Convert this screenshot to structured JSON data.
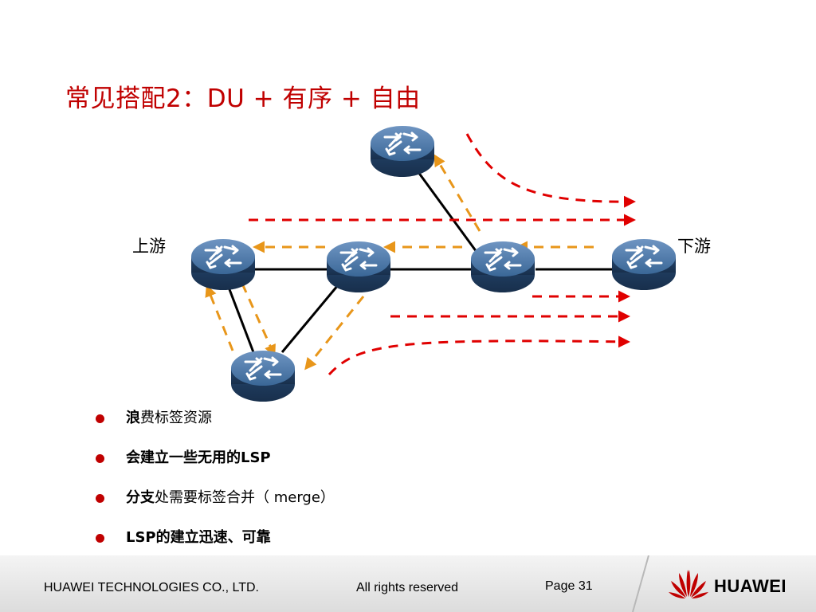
{
  "slide": {
    "title": "常见搭配2：DU + 有序 + 自由"
  },
  "diagram": {
    "upstream_label": "上游",
    "downstream_label": "下游",
    "routers": [
      "router-top",
      "router-upstream",
      "router-middle",
      "router-right-center",
      "router-downstream",
      "router-bottom"
    ],
    "colors": {
      "request_arrow": "#e8961a",
      "mapping_arrow": "#e00000",
      "link": "#000000",
      "router_body": "#2e5a8a"
    }
  },
  "bullets": [
    {
      "bold": "浪",
      "rest": "费标签资源"
    },
    {
      "bold": "会建立一些无用的LSP",
      "rest": ""
    },
    {
      "bold": "分支",
      "rest": "处需要标签合并（ merge）"
    },
    {
      "bold": "LSP的建立迅速、可靠",
      "rest": ""
    }
  ],
  "footer": {
    "company": "HUAWEI TECHNOLOGIES CO., LTD.",
    "rights": "All rights reserved",
    "page": "Page 31",
    "brand": "HUAWEI",
    "brand_color": "#c00000"
  }
}
